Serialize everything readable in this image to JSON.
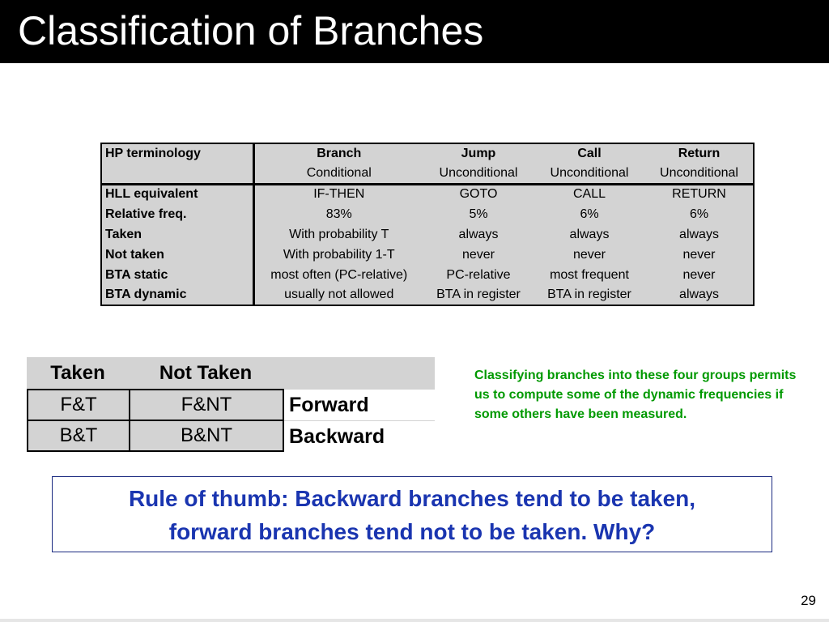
{
  "slide": {
    "title": "Classification of Branches",
    "page_number": "29"
  },
  "hp_table": {
    "corner": "HP terminology",
    "columns": [
      "Branch",
      "Jump",
      "Call",
      "Return"
    ],
    "subheaders": [
      "Conditional",
      "Unconditional",
      "Unconditional",
      "Unconditional"
    ],
    "rows": [
      {
        "label": "HLL equivalent",
        "cells": [
          "IF-THEN",
          "GOTO",
          "CALL",
          "RETURN"
        ]
      },
      {
        "label": "Relative freq.",
        "cells": [
          "83%",
          "5%",
          "6%",
          "6%"
        ]
      },
      {
        "label": "Taken",
        "cells": [
          "With probability T",
          "always",
          "always",
          "always"
        ]
      },
      {
        "label": "Not taken",
        "cells": [
          "With probability 1-T",
          "never",
          "never",
          "never"
        ]
      },
      {
        "label": "BTA static",
        "cells": [
          "most often (PC-relative)",
          "PC-relative",
          "most frequent",
          "never"
        ]
      },
      {
        "label": "BTA dynamic",
        "cells": [
          "usually not allowed",
          "BTA in register",
          "BTA in register",
          "always"
        ]
      }
    ]
  },
  "grid": {
    "col_taken": "Taken",
    "col_not_taken": "Not Taken",
    "ft": "F&T",
    "fnt": "F&NT",
    "bt": "B&T",
    "bnt": "B&NT",
    "forward": "Forward",
    "backward": "Backward"
  },
  "note": "Classifying branches into these four groups permits us to compute some of the dynamic frequencies if some others have been measured.",
  "rule": {
    "line1": "Rule of thumb: Backward branches tend to be taken,",
    "line2": "forward branches tend not to be taken.  Why?"
  },
  "colors": {
    "title_bg": "#000000",
    "table_bg": "#d3d3d3",
    "note": "#009900",
    "rule_text": "#1a35b0"
  }
}
